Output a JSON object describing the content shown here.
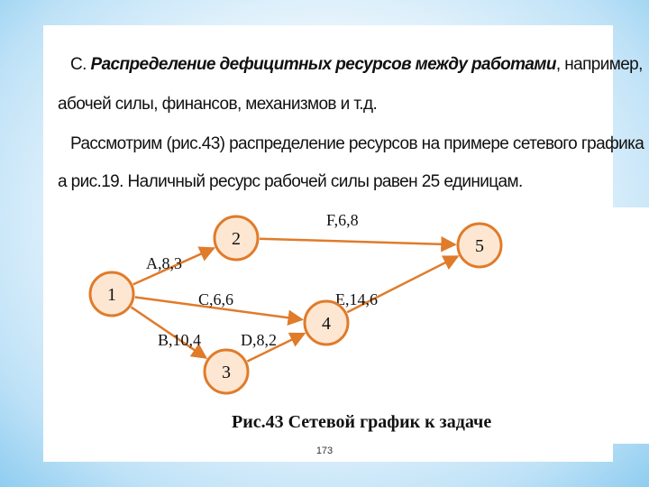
{
  "text": {
    "p1_line1_prefix": "С.",
    "p1_line1_emphasis": "Распределение  дефицитных ресурсов между работами",
    "p1_line1_suffix": ", например,",
    "p1_line2": "абочей силы, финансов, механизмов и т.д.",
    "p2_line1": "Рассмотрим (рис.43) распределение ресурсов на примере сетевого графика",
    "p2_line2": "а рис.19. Наличный ресурс  рабочей силы равен  25 единицам."
  },
  "diagram": {
    "nodes": [
      {
        "id": "1",
        "label": "1"
      },
      {
        "id": "2",
        "label": "2"
      },
      {
        "id": "3",
        "label": "3"
      },
      {
        "id": "4",
        "label": "4"
      },
      {
        "id": "5",
        "label": "5"
      }
    ],
    "edges": [
      {
        "from": "1",
        "to": "2",
        "label": "A,8,3"
      },
      {
        "from": "1",
        "to": "3",
        "label": "B,10,4"
      },
      {
        "from": "1",
        "to": "4",
        "label": "C,6,6"
      },
      {
        "from": "3",
        "to": "4",
        "label": "D,8,2"
      },
      {
        "from": "4",
        "to": "5",
        "label": "E,14,6"
      },
      {
        "from": "2",
        "to": "5",
        "label": "F,6,8"
      }
    ],
    "caption": "Рис.43 Сетевой график к задаче"
  },
  "page_number": "173",
  "colors": {
    "edge": "#e07b2a",
    "node_fill": "#fde7d2",
    "background_edge": "#8fcdf0"
  }
}
